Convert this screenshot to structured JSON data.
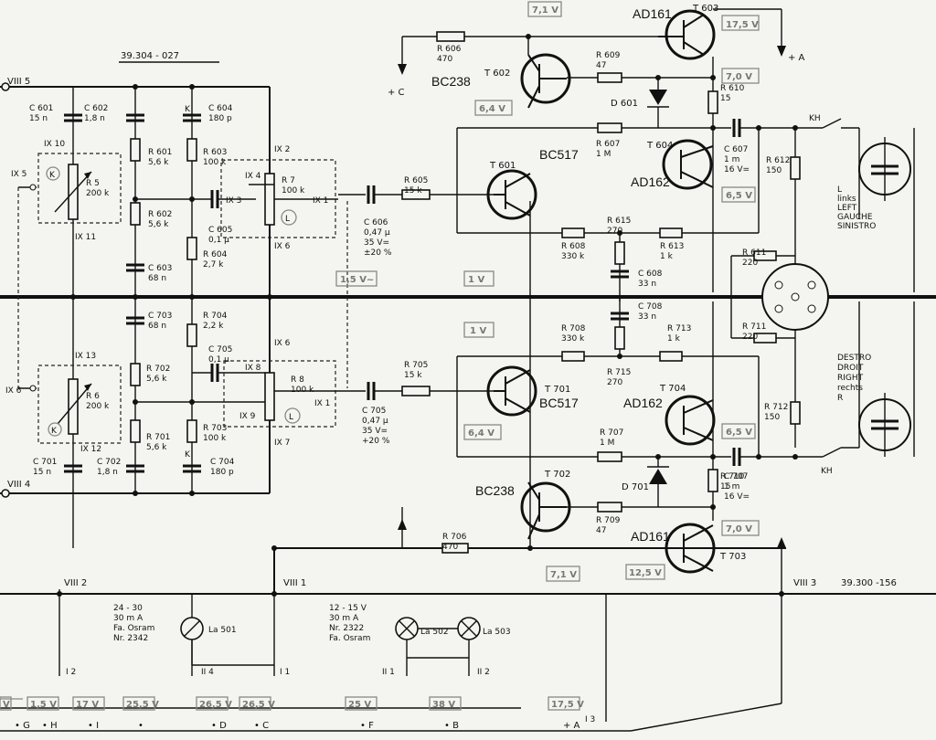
{
  "drawing_numbers": {
    "top": "39.304 - 027",
    "bottom": "39.300 -156"
  },
  "ports": {
    "viii5": "VIII 5",
    "viii4": "VIII 4",
    "viii2": "VIII 2",
    "viii1": "VIII 1",
    "viii3": "VIII 3"
  },
  "pins": {
    "ix10": "IX 10",
    "ix5": "IX 5",
    "ix11": "IX 11",
    "ix2": "IX 2",
    "ix4": "IX 4",
    "ix3": "IX 3",
    "ix1": "IX 1",
    "ix6a": "IX 6",
    "ix13": "IX 13",
    "ix6b": "IX 6",
    "ix12": "IX 12",
    "ix6c": "IX 6",
    "ix8": "IX 8",
    "ix9": "IX 9",
    "ix1b": "IX 1",
    "ix7": "IX 7"
  },
  "components": {
    "c601": [
      "C 601",
      "15 n"
    ],
    "c602": [
      "C 602",
      "1,8 n"
    ],
    "c604": [
      "C 604",
      "180 p"
    ],
    "k1": "K",
    "r601": [
      "R 601",
      "5,6 k"
    ],
    "r603": [
      "R 603",
      "100 k"
    ],
    "r602": [
      "R 602",
      "5,6 k"
    ],
    "r5": [
      "R 5",
      "200 k"
    ],
    "r7": [
      "R 7",
      "100 k"
    ],
    "c605": [
      "C 605",
      "0,1 µ"
    ],
    "r604": [
      "R 604",
      "2,7 k"
    ],
    "c603": [
      "C 603",
      "68 n"
    ],
    "c606": [
      "C 606",
      "0,47 µ",
      "35 V=",
      "±20 %"
    ],
    "r605": [
      "R 605",
      "15 k"
    ],
    "c703": [
      "C 703",
      "68 n"
    ],
    "r704": [
      "R 704",
      "2,2 k"
    ],
    "c705": [
      "C 705",
      "0,1 µ"
    ],
    "r702": [
      "R 702",
      "5,6 k"
    ],
    "r6": [
      "R 6",
      "200 k"
    ],
    "r8": [
      "R 8",
      "100 k"
    ],
    "r701": [
      "R 701",
      "5,6 k"
    ],
    "r703": [
      "R 703",
      "100 k"
    ],
    "k2": "K",
    "c701": [
      "C 701",
      "15 n"
    ],
    "c702": [
      "C 702",
      "1,8 n"
    ],
    "c704": [
      "C 704",
      "180 p"
    ],
    "c705b": [
      "C 705",
      "0,47 µ",
      "35 V=",
      "+20 %"
    ],
    "r705": [
      "R 705",
      "15 k"
    ],
    "r606": [
      "R 606",
      "470"
    ],
    "r609": [
      "R 609",
      "47"
    ],
    "r610": [
      "R 610",
      "15"
    ],
    "d601": "D 601",
    "r607": [
      "R 607",
      "1 M"
    ],
    "c607": [
      "C 607",
      "1 m",
      "16 V="
    ],
    "r612": [
      "R 612",
      "150"
    ],
    "r615": [
      "R 615",
      "270"
    ],
    "r608": [
      "R 608",
      "330 k"
    ],
    "r613": [
      "R 613",
      "1 k"
    ],
    "c608": [
      "C 608",
      "33 n"
    ],
    "r611": [
      "R 611",
      "220"
    ],
    "r711": [
      "R 711",
      "220"
    ],
    "c708": [
      "C 708",
      "33 n"
    ],
    "r708": [
      "R 708",
      "330 k"
    ],
    "r713": [
      "R 713",
      "1 k"
    ],
    "r715": [
      "R 715",
      "270"
    ],
    "r707": [
      "R 707",
      "1 M"
    ],
    "r712": [
      "R 712",
      "150"
    ],
    "d701": "D 701",
    "r710": [
      "R 710",
      "15"
    ],
    "c707": [
      "C 707",
      "1 m",
      "16 V="
    ],
    "r709": [
      "R 709",
      "47"
    ],
    "r706": [
      "R 706",
      "470"
    ],
    "kh1": "KH",
    "kh2": "KH"
  },
  "transistors": {
    "t603": "T 603",
    "t602": "T 602",
    "t601": "T 601",
    "t604": "T 604",
    "t701": "T 701",
    "t704": "T 704",
    "t702": "T 702",
    "t703": "T 703"
  },
  "annotations": {
    "a_t603": "AD161",
    "a_t602": "BC238",
    "a_t601": "BC517",
    "a_t604": "AD162",
    "a_t701": "BC517",
    "a_t704": "AD162",
    "a_t702": "BC238",
    "a_t703": "AD161"
  },
  "voltages": {
    "v71a": "7,1 V",
    "v175a": "17,5 V",
    "v70a": "7,0 V",
    "v64a": "6,4 V",
    "v65a": "6,5 V",
    "v1a": "1 V",
    "v15": "1,5 V~",
    "v1b": "1 V",
    "v64b": "6,4 V",
    "v65b": "6,5 V",
    "v70b": "7,0 V",
    "v71b": "7,1 V",
    "v125": "12,5 V"
  },
  "rails": {
    "plusA_top": "+ A",
    "plusC_top": "+ C"
  },
  "speakers": {
    "left": [
      "L",
      "links",
      "LEFT",
      "GAUCHE",
      "SINISTRO"
    ],
    "right": [
      "DESTRO",
      "DROIT",
      "RIGHT",
      "rechts",
      "R"
    ]
  },
  "lamps": {
    "la501": "La 501",
    "la502": "La 502",
    "la503": "La 503",
    "spec1": [
      "24 - 30",
      "30 m A",
      "Fa. Osram",
      "Nr. 2342"
    ],
    "spec2": [
      "12 - 15 V",
      "30 m A",
      "Nr. 2322",
      "Fa. Osram"
    ]
  },
  "bottom_pins": {
    "i2": "I 2",
    "i4": "II 4",
    "i1": "I 1",
    "ii1": "II 1",
    "ii2": "II 2",
    "i3": "I 3"
  },
  "bottom_rails": [
    {
      "v": "V",
      "name": "• G"
    },
    {
      "v": "1,5 V",
      "name": "• H"
    },
    {
      "v": "17 V",
      "name": "• I"
    },
    {
      "v": "25,5 V",
      "name": "•"
    },
    {
      "v": "26,5 V",
      "name": "• D"
    },
    {
      "v": "26,5 V",
      "name": "• C"
    },
    {
      "v": "25 V",
      "name": "• F"
    },
    {
      "v": "38 V",
      "name": "• B"
    },
    {
      "v": "17,5 V",
      "name": "+ A"
    }
  ]
}
